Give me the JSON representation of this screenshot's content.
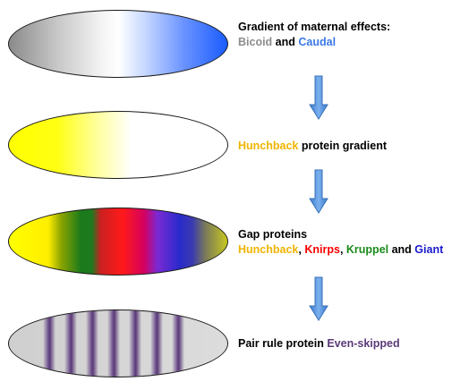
{
  "stage1": {
    "line1": "Gradient of maternal effects:",
    "bicoid": "Bicoid",
    "and": " and ",
    "caudal": "Caudal"
  },
  "stage2": {
    "hunchback": "Hunchback",
    "rest": " protein gradient"
  },
  "stage3": {
    "line1": "Gap proteins",
    "hunchback": "Hunchback",
    "comma1": ", ",
    "knirps": "Knirps",
    "comma2": ", ",
    "kruppel": "Kruppel",
    "and": " and ",
    "giant": "Giant"
  },
  "stage4": {
    "prefix": "Pair rule protein ",
    "eve": "Even-skipped"
  },
  "colors": {
    "bicoid": "#8c8c8c",
    "caudal": "#3a78e6",
    "hunchback": "#f0b400",
    "knirps": "#ff0000",
    "kruppel": "#1a8a1a",
    "giant": "#1a1acc",
    "even_skipped": "#5a3a78",
    "arrow": "#4a8fd8"
  }
}
